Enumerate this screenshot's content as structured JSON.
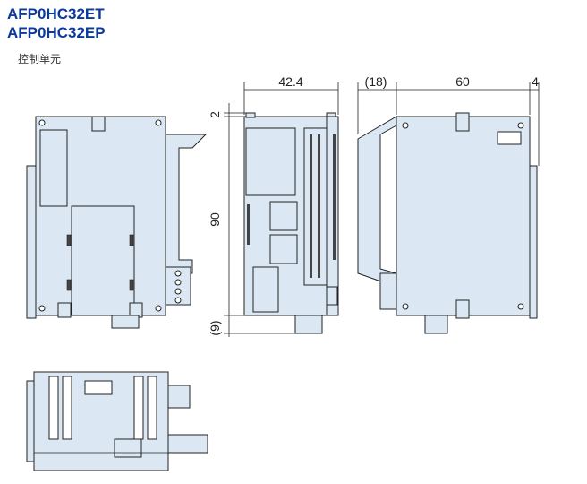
{
  "header": {
    "model_1": "AFP0HC32ET",
    "model_2": "AFP0HC32EP",
    "subtitle": "控制单元"
  },
  "dimensions": {
    "width_side": "42.4",
    "top_offset": "2",
    "height": "90",
    "bottom_offset": "(9)",
    "din_depth": "(18)",
    "depth": "60",
    "rear": "4"
  },
  "colors": {
    "title": "#0b3a9e",
    "body_fill": "#dbe8f4"
  }
}
